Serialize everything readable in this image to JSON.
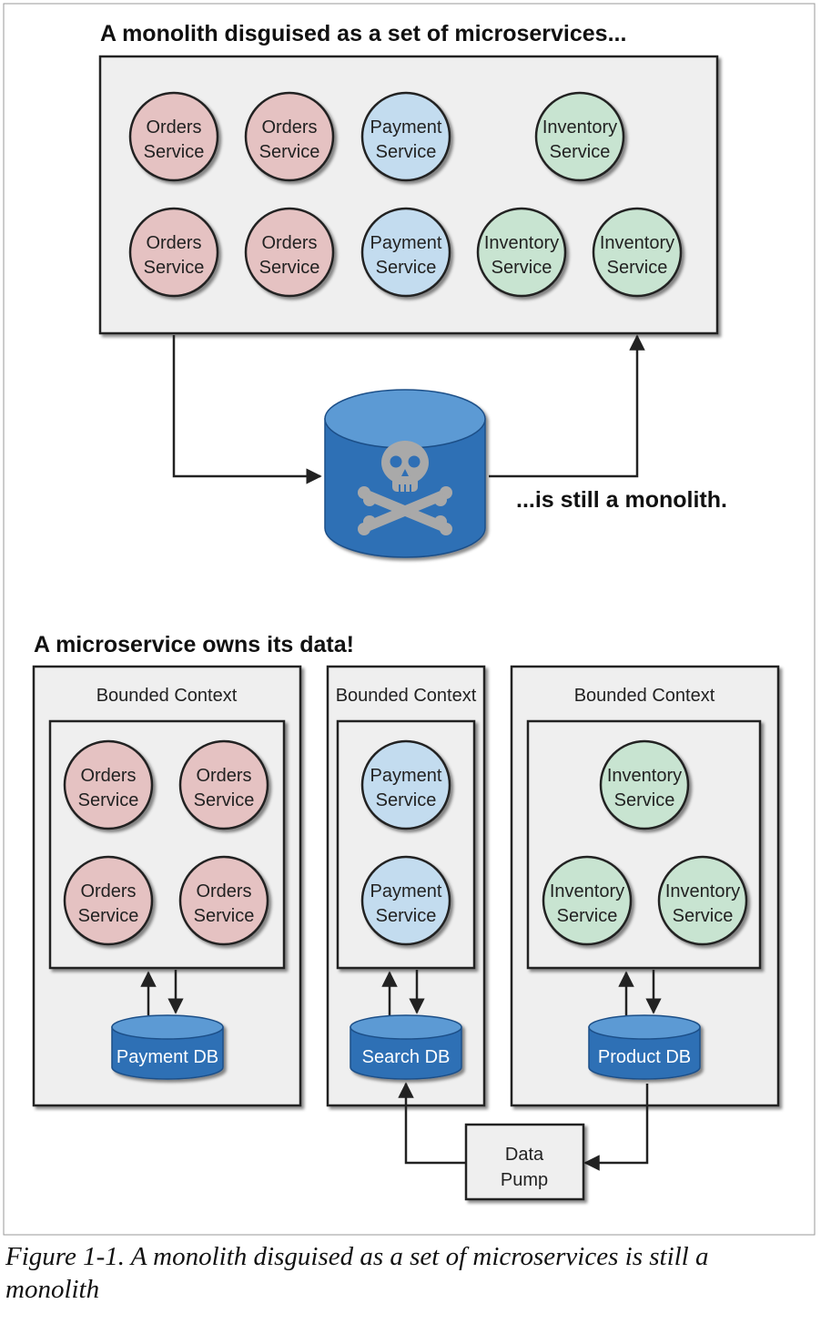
{
  "top_section": {
    "heading": "A monolith disguised as a set of microservices...",
    "services": [
      {
        "line1": "Orders",
        "line2": "Service",
        "kind": "orders"
      },
      {
        "line1": "Orders",
        "line2": "Service",
        "kind": "orders"
      },
      {
        "line1": "Payment",
        "line2": "Service",
        "kind": "payment"
      },
      {
        "line1": "Inventory",
        "line2": "Service",
        "kind": "inventory"
      },
      {
        "line1": "Orders",
        "line2": "Service",
        "kind": "orders"
      },
      {
        "line1": "Orders",
        "line2": "Service",
        "kind": "orders"
      },
      {
        "line1": "Payment",
        "line2": "Service",
        "kind": "payment"
      },
      {
        "line1": "Inventory",
        "line2": "Service",
        "kind": "inventory"
      },
      {
        "line1": "Inventory",
        "line2": "Service",
        "kind": "inventory"
      }
    ],
    "shared_db_icon": "skull-crossbones-icon",
    "conclusion": "...is still a monolith."
  },
  "bottom_section": {
    "heading": "A microservice owns its data!",
    "contexts": [
      {
        "label": "Bounded Context",
        "services": [
          {
            "line1": "Orders",
            "line2": "Service"
          },
          {
            "line1": "Orders",
            "line2": "Service"
          },
          {
            "line1": "Orders",
            "line2": "Service"
          },
          {
            "line1": "Orders",
            "line2": "Service"
          }
        ],
        "db": "Payment DB"
      },
      {
        "label": "Bounded Context",
        "services": [
          {
            "line1": "Payment",
            "line2": "Service"
          },
          {
            "line1": "Payment",
            "line2": "Service"
          }
        ],
        "db": "Search DB"
      },
      {
        "label": "Bounded Context",
        "services": [
          {
            "line1": "Inventory",
            "line2": "Service"
          },
          {
            "line1": "Inventory",
            "line2": "Service"
          },
          {
            "line1": "Inventory",
            "line2": "Service"
          }
        ],
        "db": "Product DB"
      }
    ],
    "data_pump": {
      "line1": "Data",
      "line2": "Pump"
    }
  },
  "caption": "Figure 1-1. A monolith disguised as a set of microservices is still a monolith",
  "colors": {
    "orders_fill": "#e5c2c2",
    "payment_fill": "#c3dcef",
    "inventory_fill": "#c8e4d1",
    "panel_fill": "#efefef",
    "db_blue": "#2f6fb5",
    "db_top": "#5b9ad4"
  }
}
